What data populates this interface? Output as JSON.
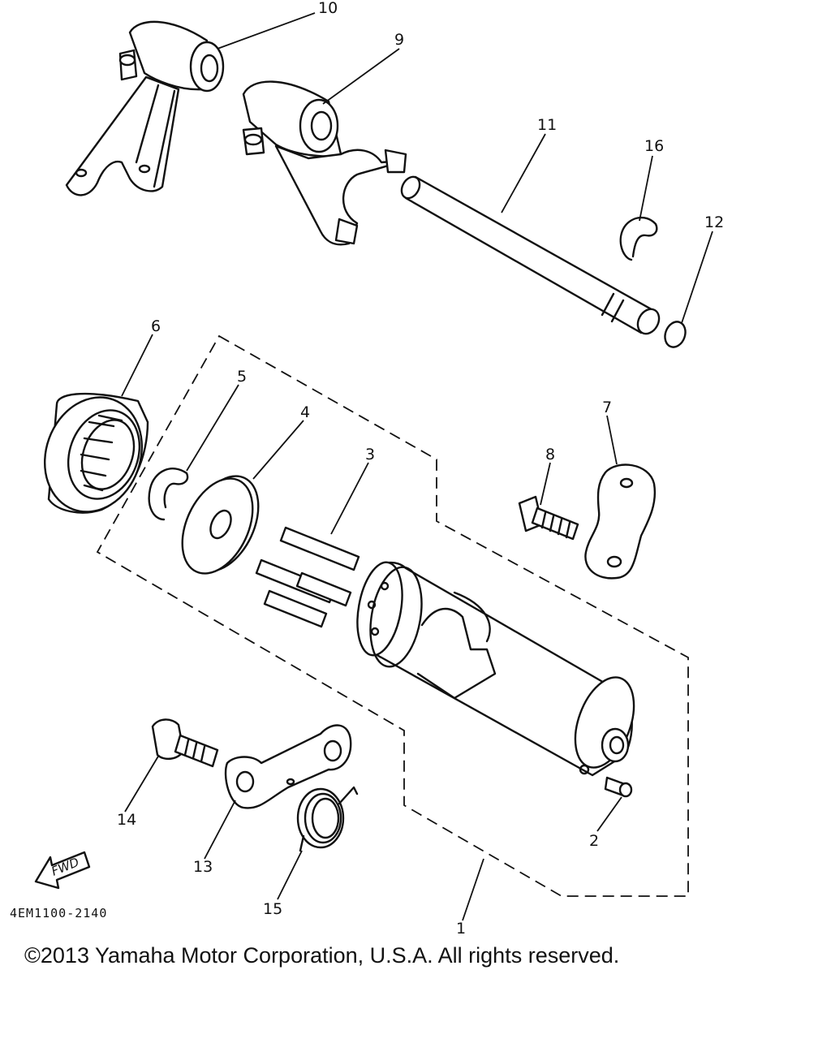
{
  "diagram": {
    "callouts": {
      "c1": "1",
      "c2": "2",
      "c3": "3",
      "c4": "4",
      "c5": "5",
      "c6": "6",
      "c7": "7",
      "c8": "8",
      "c9": "9",
      "c10": "10",
      "c11": "11",
      "c12": "12",
      "c13": "13",
      "c14": "14",
      "c15": "15",
      "c16": "16"
    },
    "fwd_label": "FWD",
    "drawing_code": "4EM1100-2140"
  },
  "footer": {
    "copyright": "©2013 Yamaha Motor Corporation, U.S.A. All rights reserved."
  }
}
